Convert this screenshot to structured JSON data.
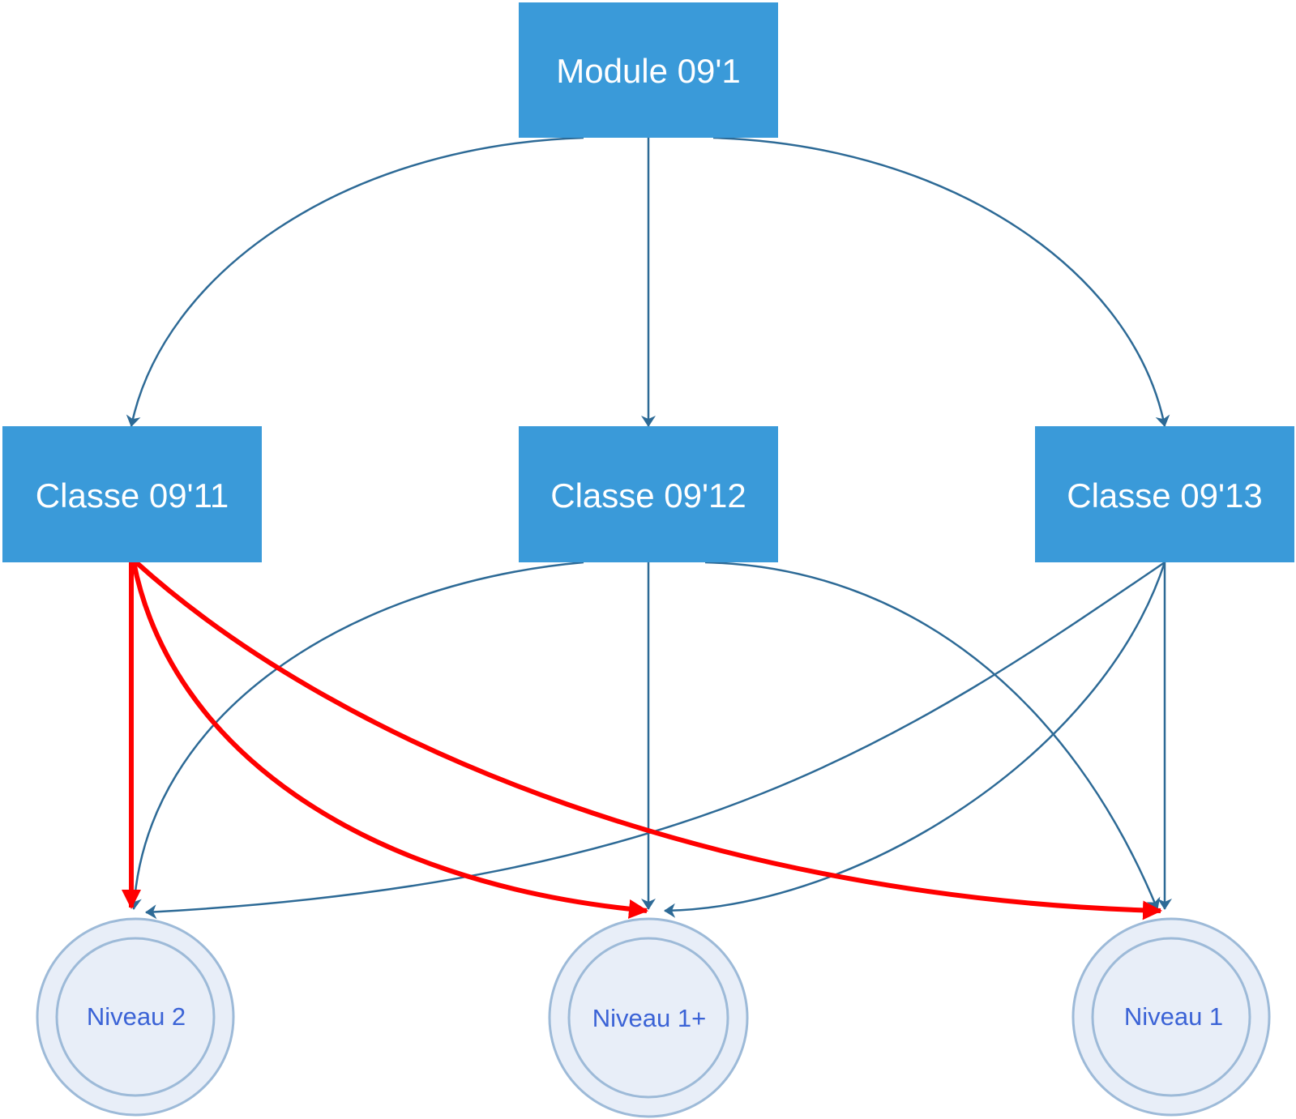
{
  "colors": {
    "box_fill": "#3a9ad9",
    "box_text": "#ffffff",
    "edge_blue": "#2d6a96",
    "edge_red": "#ff0000",
    "circle_fill": "#e8eef8",
    "circle_stroke": "#9dbad8",
    "circle_text": "#3b63d6"
  },
  "nodes": {
    "module": {
      "label": "Module 09'1"
    },
    "classe_11": {
      "label": "Classe 09'11"
    },
    "classe_12": {
      "label": "Classe 09'12"
    },
    "classe_13": {
      "label": "Classe 09'13"
    },
    "niveau_2": {
      "label": "Niveau 2"
    },
    "niveau_1plus": {
      "label": "Niveau 1+"
    },
    "niveau_1": {
      "label": "Niveau 1"
    }
  },
  "edges": [
    {
      "from": "module",
      "to": "classe_11",
      "highlight": false
    },
    {
      "from": "module",
      "to": "classe_12",
      "highlight": false
    },
    {
      "from": "module",
      "to": "classe_13",
      "highlight": false
    },
    {
      "from": "classe_11",
      "to": "niveau_2",
      "highlight": true
    },
    {
      "from": "classe_11",
      "to": "niveau_1plus",
      "highlight": true
    },
    {
      "from": "classe_11",
      "to": "niveau_1",
      "highlight": true
    },
    {
      "from": "classe_12",
      "to": "niveau_2",
      "highlight": false
    },
    {
      "from": "classe_12",
      "to": "niveau_1plus",
      "highlight": false
    },
    {
      "from": "classe_12",
      "to": "niveau_1",
      "highlight": false
    },
    {
      "from": "classe_13",
      "to": "niveau_2",
      "highlight": false
    },
    {
      "from": "classe_13",
      "to": "niveau_1plus",
      "highlight": false
    },
    {
      "from": "classe_13",
      "to": "niveau_1",
      "highlight": false
    }
  ]
}
